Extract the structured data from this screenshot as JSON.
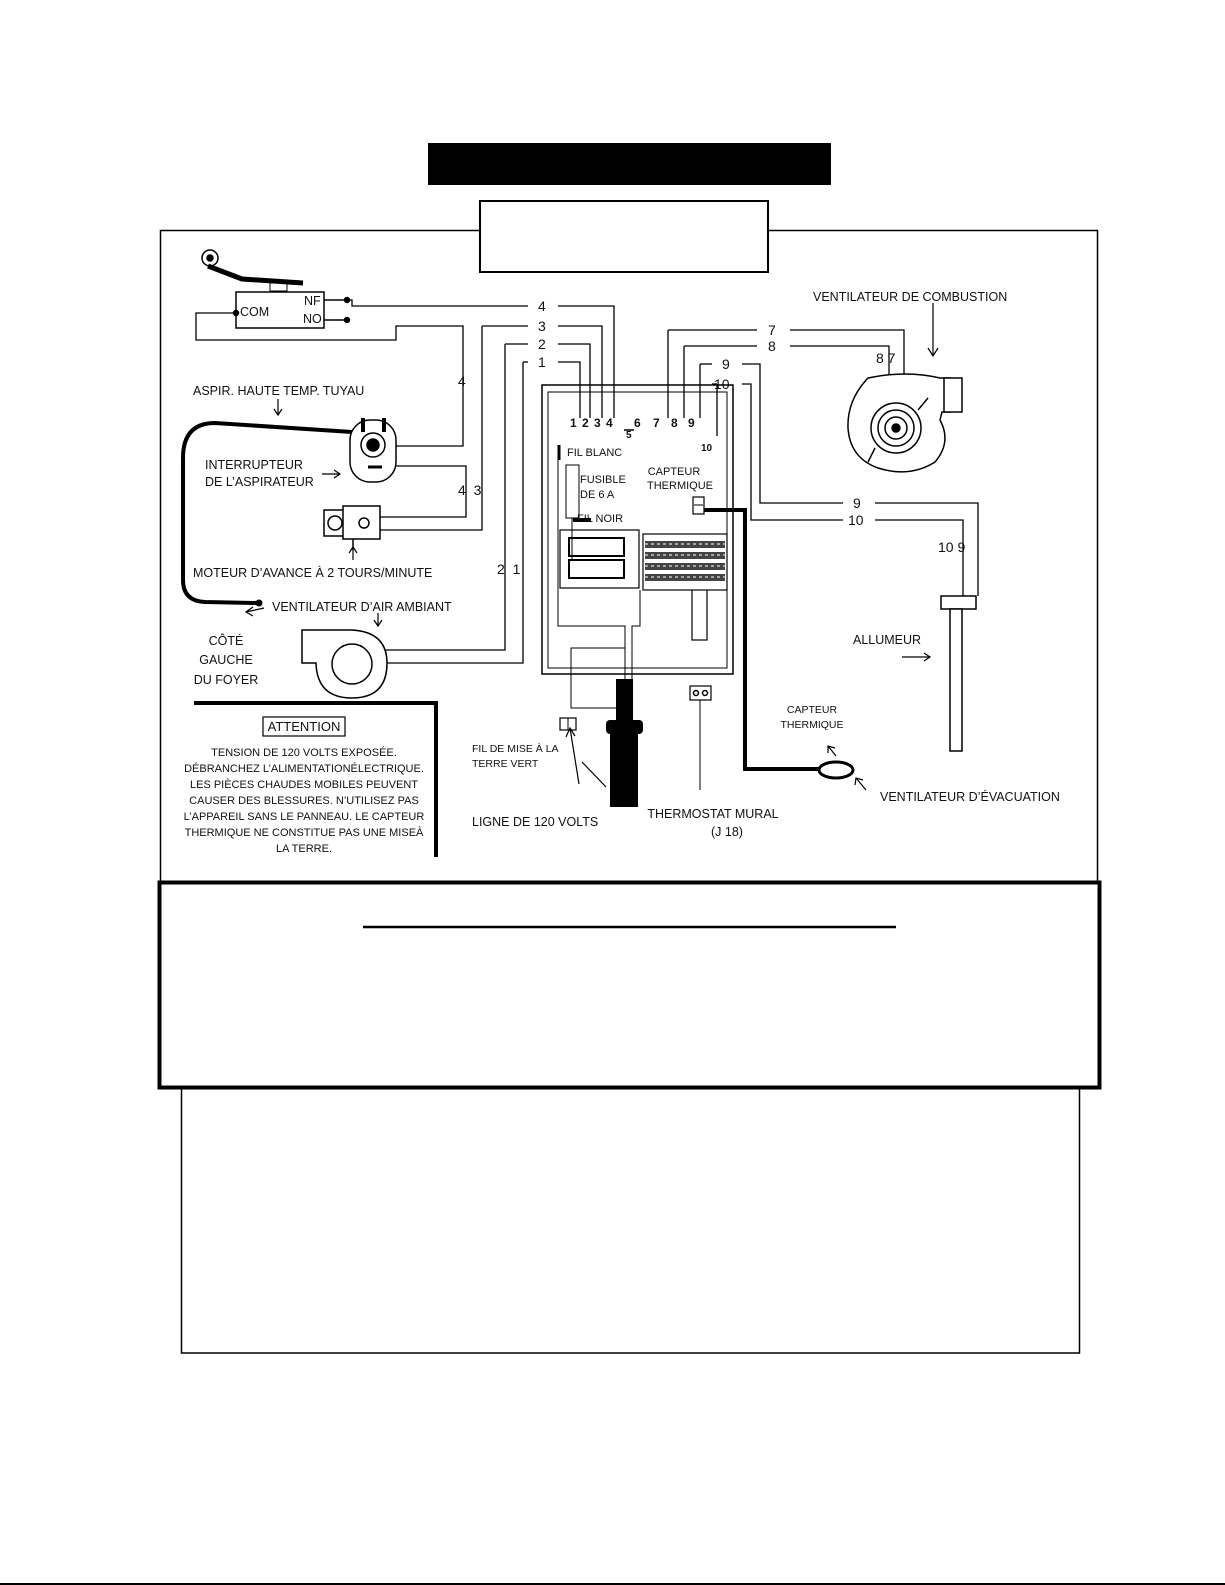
{
  "colors": {
    "line": "#000000",
    "background": "#ffffff",
    "banner": "#000000"
  },
  "switch": {
    "com": "COM",
    "nf": "NF",
    "no": "NO"
  },
  "wire_numbers": {
    "w1": "1",
    "w2": "2",
    "w3": "3",
    "w4": "4",
    "w7": "7",
    "w8": "8",
    "w9": "9",
    "w10": "10",
    "pair_43": "4  3",
    "pair_21": "2  1",
    "pair_87": "8 7",
    "pair_109": "10 9"
  },
  "terminals": [
    "1",
    "2",
    "3",
    "4",
    "5",
    "6",
    "7",
    "8",
    "9",
    "10"
  ],
  "labels": {
    "combustion_blower": "VENTILATEUR DE COMBUSTION",
    "vacuum_hose": "ASPIR. HAUTE TEMP. TUYAU",
    "vacuum_switch_1": "INTERRUPTEUR",
    "vacuum_switch_2": "DE L’ASPIRATEUR",
    "feed_motor": "MOTEUR D’AVANCE À 2 TOURS/MINUTE",
    "room_air_blower": "VENTILATEUR D’AIR AMBIANT",
    "left_side_1": "CÔTÉ",
    "left_side_2": "GAUCHE",
    "left_side_3": "DU FOYER",
    "white_wire": "FIL BLANC",
    "fuse_1": "FUSIBLE",
    "fuse_2": "DE 6 A",
    "black_wire": "FIL NOIR",
    "heat_sensor_1": "CAPTEUR",
    "heat_sensor_2": "THERMIQUE",
    "igniter": "ALLUMEUR",
    "ground_wire_1": "FIL DE MISE À LA",
    "ground_wire_2": "TERRE VERT",
    "power_line": "LIGNE DE 120 VOLTS",
    "wall_thermostat_1": "THERMOSTAT MURAL",
    "wall_thermostat_2": "(J 18)",
    "exhaust_blower": "VENTILATEUR D’ÉVACUATION"
  },
  "warning": {
    "title": "ATTENTION",
    "lines": [
      "TENSION DE 120 VOLTS EXPOSÉE.",
      "DÉBRANCHEZ L’ALIMENTATIONÉLECTRIQUE.",
      "LES PIÈCES CHAUDES MOBILES PEUVENT",
      "CAUSER DES BLESSURES. N’UTILISEZ PAS",
      "L’APPAREIL SANS LE PANNEAU. LE CAPTEUR",
      "THERMIQUE NE CONSTITUE PAS UNE MISEÀ",
      "LA TERRE."
    ]
  }
}
